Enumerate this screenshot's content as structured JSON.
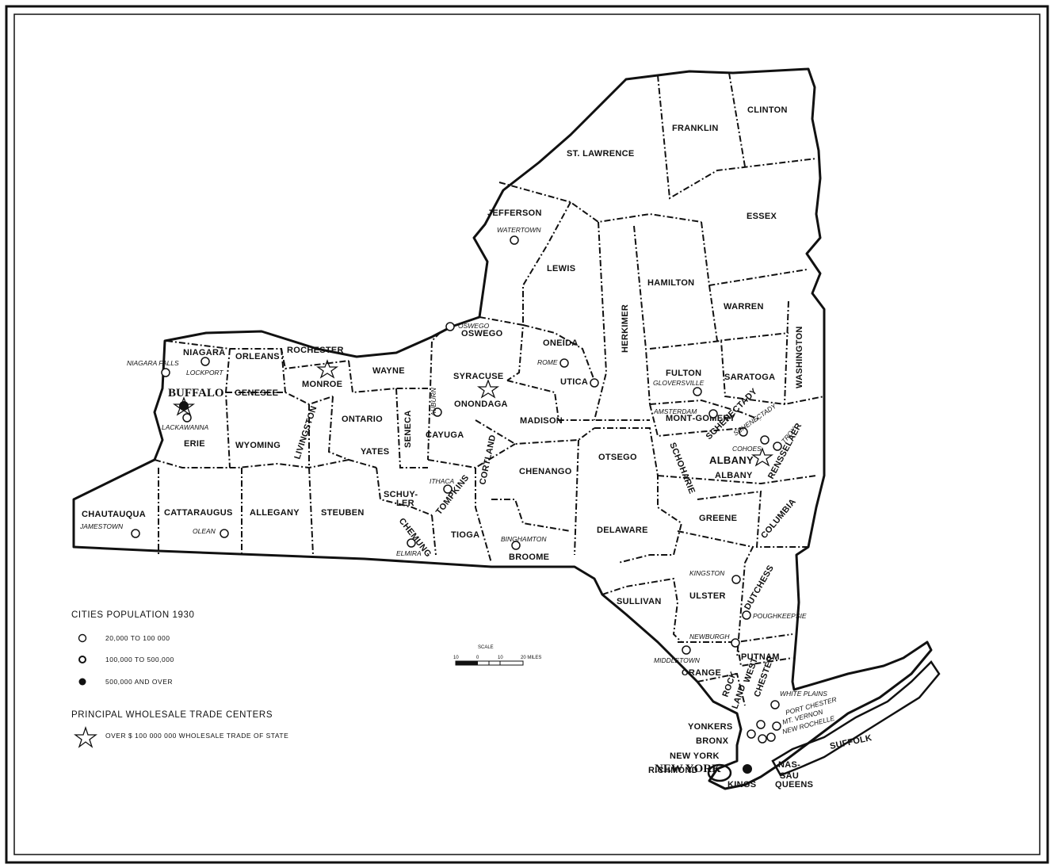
{
  "counties": [
    "ST. LAWRENCE",
    "FRANKLIN",
    "CLINTON",
    "ESSEX",
    "JEFFERSON",
    "LEWIS",
    "HAMILTON",
    "WARREN",
    "HERKIMER",
    "WASHINGTON",
    "OSWEGO",
    "ONEIDA",
    "FULTON",
    "SARATOGA",
    "NIAGARA",
    "ORLEANS",
    "MONROE",
    "WAYNE",
    "GENESEE",
    "ERIE",
    "WYOMING",
    "LIVINGSTON",
    "ONTARIO",
    "YATES",
    "SENECA",
    "CAYUGA",
    "ONONDAGA",
    "MADISON",
    "MONT‑GOMERY",
    "SCHENECTADY",
    "RENSSELAER",
    "ALBANY",
    "SCHOHARIE",
    "OTSEGO",
    "CHENANGO",
    "CORTLAND",
    "TOMPKINS",
    "SCHUY-",
    "LER",
    "CHEMUNG",
    "TIOGA",
    "BROOME",
    "STEUBEN",
    "ALLEGANY",
    "CATTARAUGUS",
    "CHAUTAUQUA",
    "DELAWARE",
    "GREENE",
    "COLUMBIA",
    "ULSTER",
    "SULLIVAN",
    "DUTCHESS",
    "ORANGE",
    "PUTNAM",
    "ROCK",
    "LAND",
    "WEST-",
    "CHESTER",
    "BRONX",
    "NEW YORK",
    "RICHMOND",
    "KINGS",
    "QUEENS",
    "NAS-",
    "SAU",
    "SUFFOLK"
  ],
  "cities": [
    "WATERTOWN",
    "OSWEGO",
    "ROME",
    "UTICA",
    "GLOVERSVILLE",
    "AMSTERDAM",
    "SCHENECTADY",
    "COHOES",
    "TROY",
    "ALBANY",
    "SYRACUSE",
    "AUBURN",
    "ITHACA",
    "ELMIRA",
    "BINGHAMTON",
    "NIAGARA FALLS",
    "LOCKPORT",
    "BUFFALO",
    "LACKAWANNA",
    "ROCHESTER",
    "JAMESTOWN",
    "OLEAN",
    "KINGSTON",
    "POUGHKEEPSIE",
    "NEWBURGH",
    "MIDDLETOWN",
    "WHITE PLAINS",
    "PORT CHESTER",
    "MT. VERNON",
    "NEW ROCHELLE",
    "YONKERS",
    "NEW YORK"
  ],
  "legend": {
    "population_title": "CITIES POPULATION 1930",
    "pop_small": "20,000 TO 100 000",
    "pop_medium": "100,000 TO 500,000",
    "pop_large": "500,000 AND OVER",
    "trade_title": "PRINCIPAL WHOLESALE TRADE CENTERS",
    "trade_item": "OVER $ 100 000 000 WHOLESALE TRADE OF STATE"
  },
  "scale": {
    "title": "SCALE",
    "ticks": [
      "10",
      "0",
      "10",
      "20 MILES"
    ]
  },
  "colors": {
    "ink": "#111111",
    "paper": "#ffffff"
  }
}
